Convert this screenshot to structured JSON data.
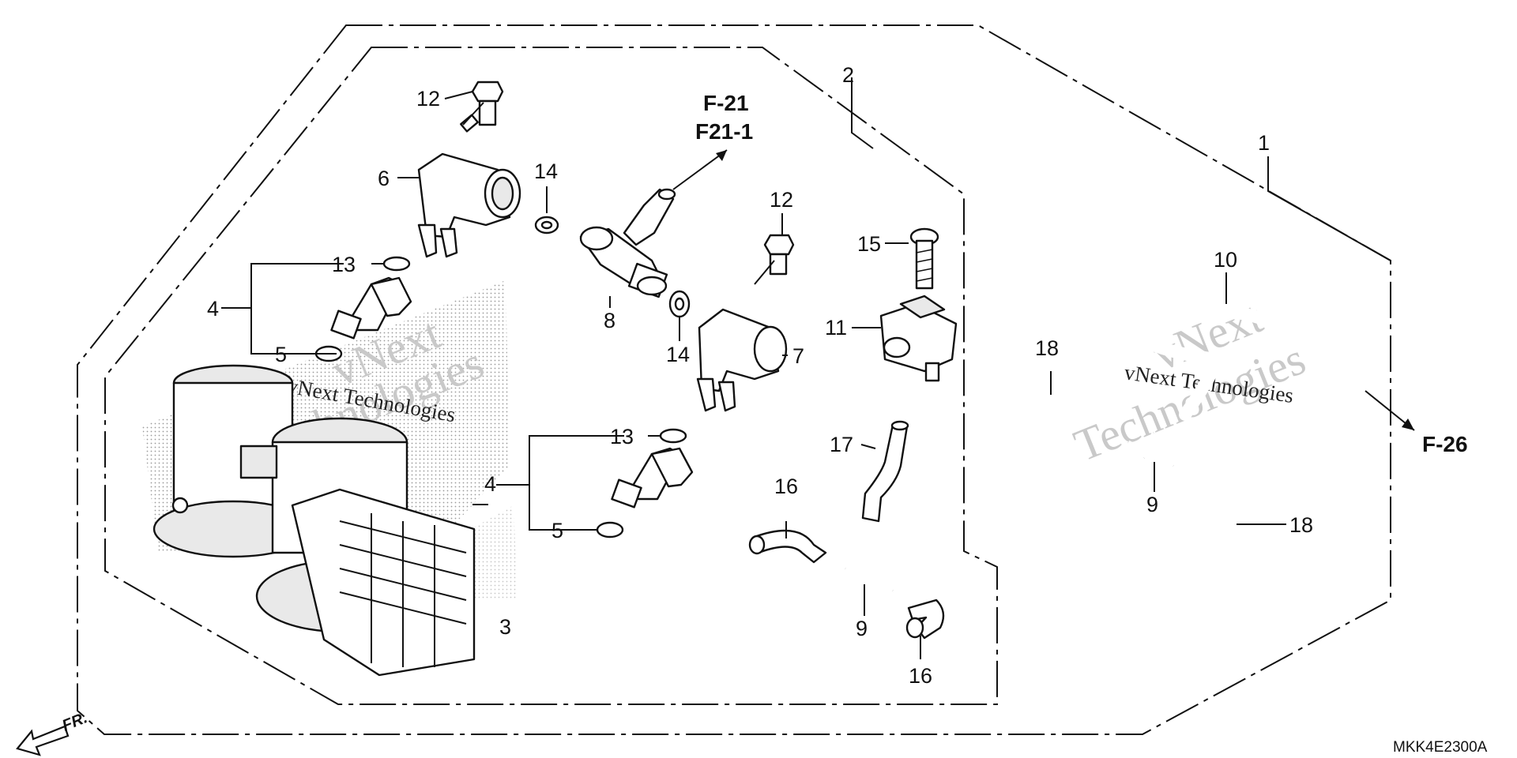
{
  "diagram": {
    "labels": {
      "l1": "1",
      "l2": "2",
      "l3": "3",
      "l4a": "4",
      "l4b": "4",
      "l5a": "5",
      "l5b": "5",
      "l6": "6",
      "l7": "7",
      "l8": "8",
      "l9a": "9",
      "l9b": "9",
      "l10": "10",
      "l11": "11",
      "l12a": "12",
      "l12b": "12",
      "l13a": "13",
      "l13b": "13",
      "l14a": "14",
      "l14b": "14",
      "l15": "15",
      "l16a": "16",
      "l16b": "16",
      "l17": "17",
      "l18a": "18",
      "l18b": "18"
    },
    "references": {
      "f21": "F-21",
      "f21_1": "F21-1",
      "f26": "F-26"
    },
    "front_marker": "FR.",
    "diagram_code": "MKK4E2300A",
    "watermark": {
      "line1": "vNext",
      "line2": "Technologies",
      "small": "vNext Technologies"
    }
  }
}
